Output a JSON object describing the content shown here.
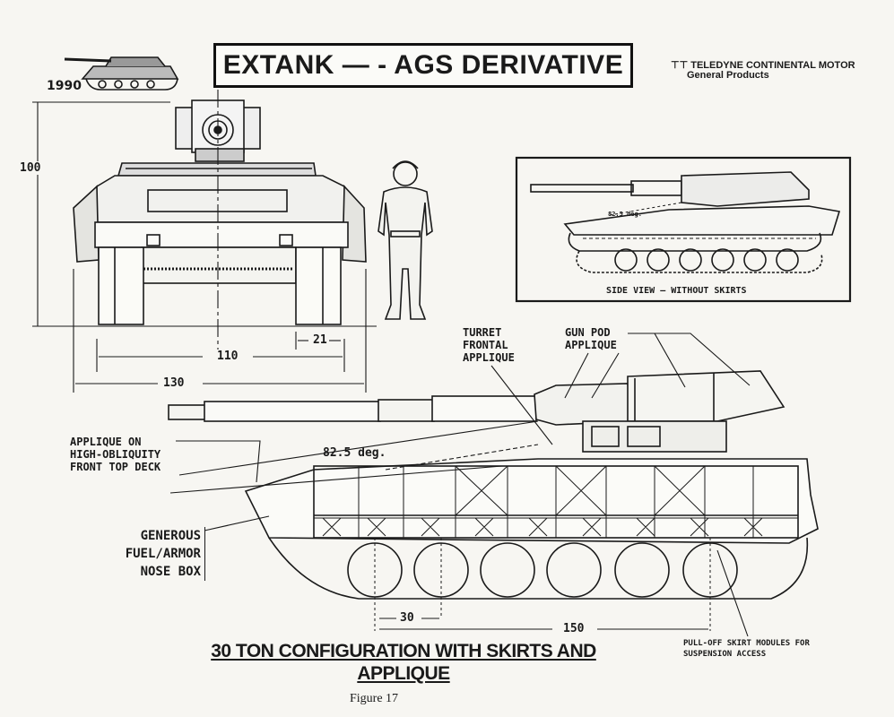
{
  "title": "EXTANK — - AGS DERIVATIVE",
  "year": "1990",
  "company": {
    "line1": "TELEDYNE CONTINENTAL MOTOR",
    "line2": "General Products"
  },
  "dims": {
    "height": "100",
    "width_inner": "110",
    "width_outer": "130",
    "track": "21",
    "wheel_spacing": "30",
    "length": "150",
    "angle_main": "82.5 deg.",
    "angle_inset": "82.5 deg."
  },
  "labels": {
    "side_view": "SIDE VIEW — WITHOUT SKIRTS",
    "turret_frontal": [
      "TURRET",
      "FRONTAL",
      "APPLIQUE"
    ],
    "gun_pod": [
      "GUN POD",
      "APPLIQUE"
    ],
    "applique_deck": [
      "APPLIQUE ON",
      "HIGH-OBLIQUITY",
      "FRONT TOP DECK"
    ],
    "fuel_box": [
      "GENEROUS",
      "FUEL/ARMOR",
      "NOSE BOX"
    ],
    "skirt_modules": [
      "PULL-OFF SKIRT MODULES FOR",
      "SUSPENSION ACCESS"
    ]
  },
  "caption": [
    "30 TON CONFIGURATION WITH SKIRTS AND",
    "APPLIQUE"
  ],
  "figure": "Figure 17"
}
